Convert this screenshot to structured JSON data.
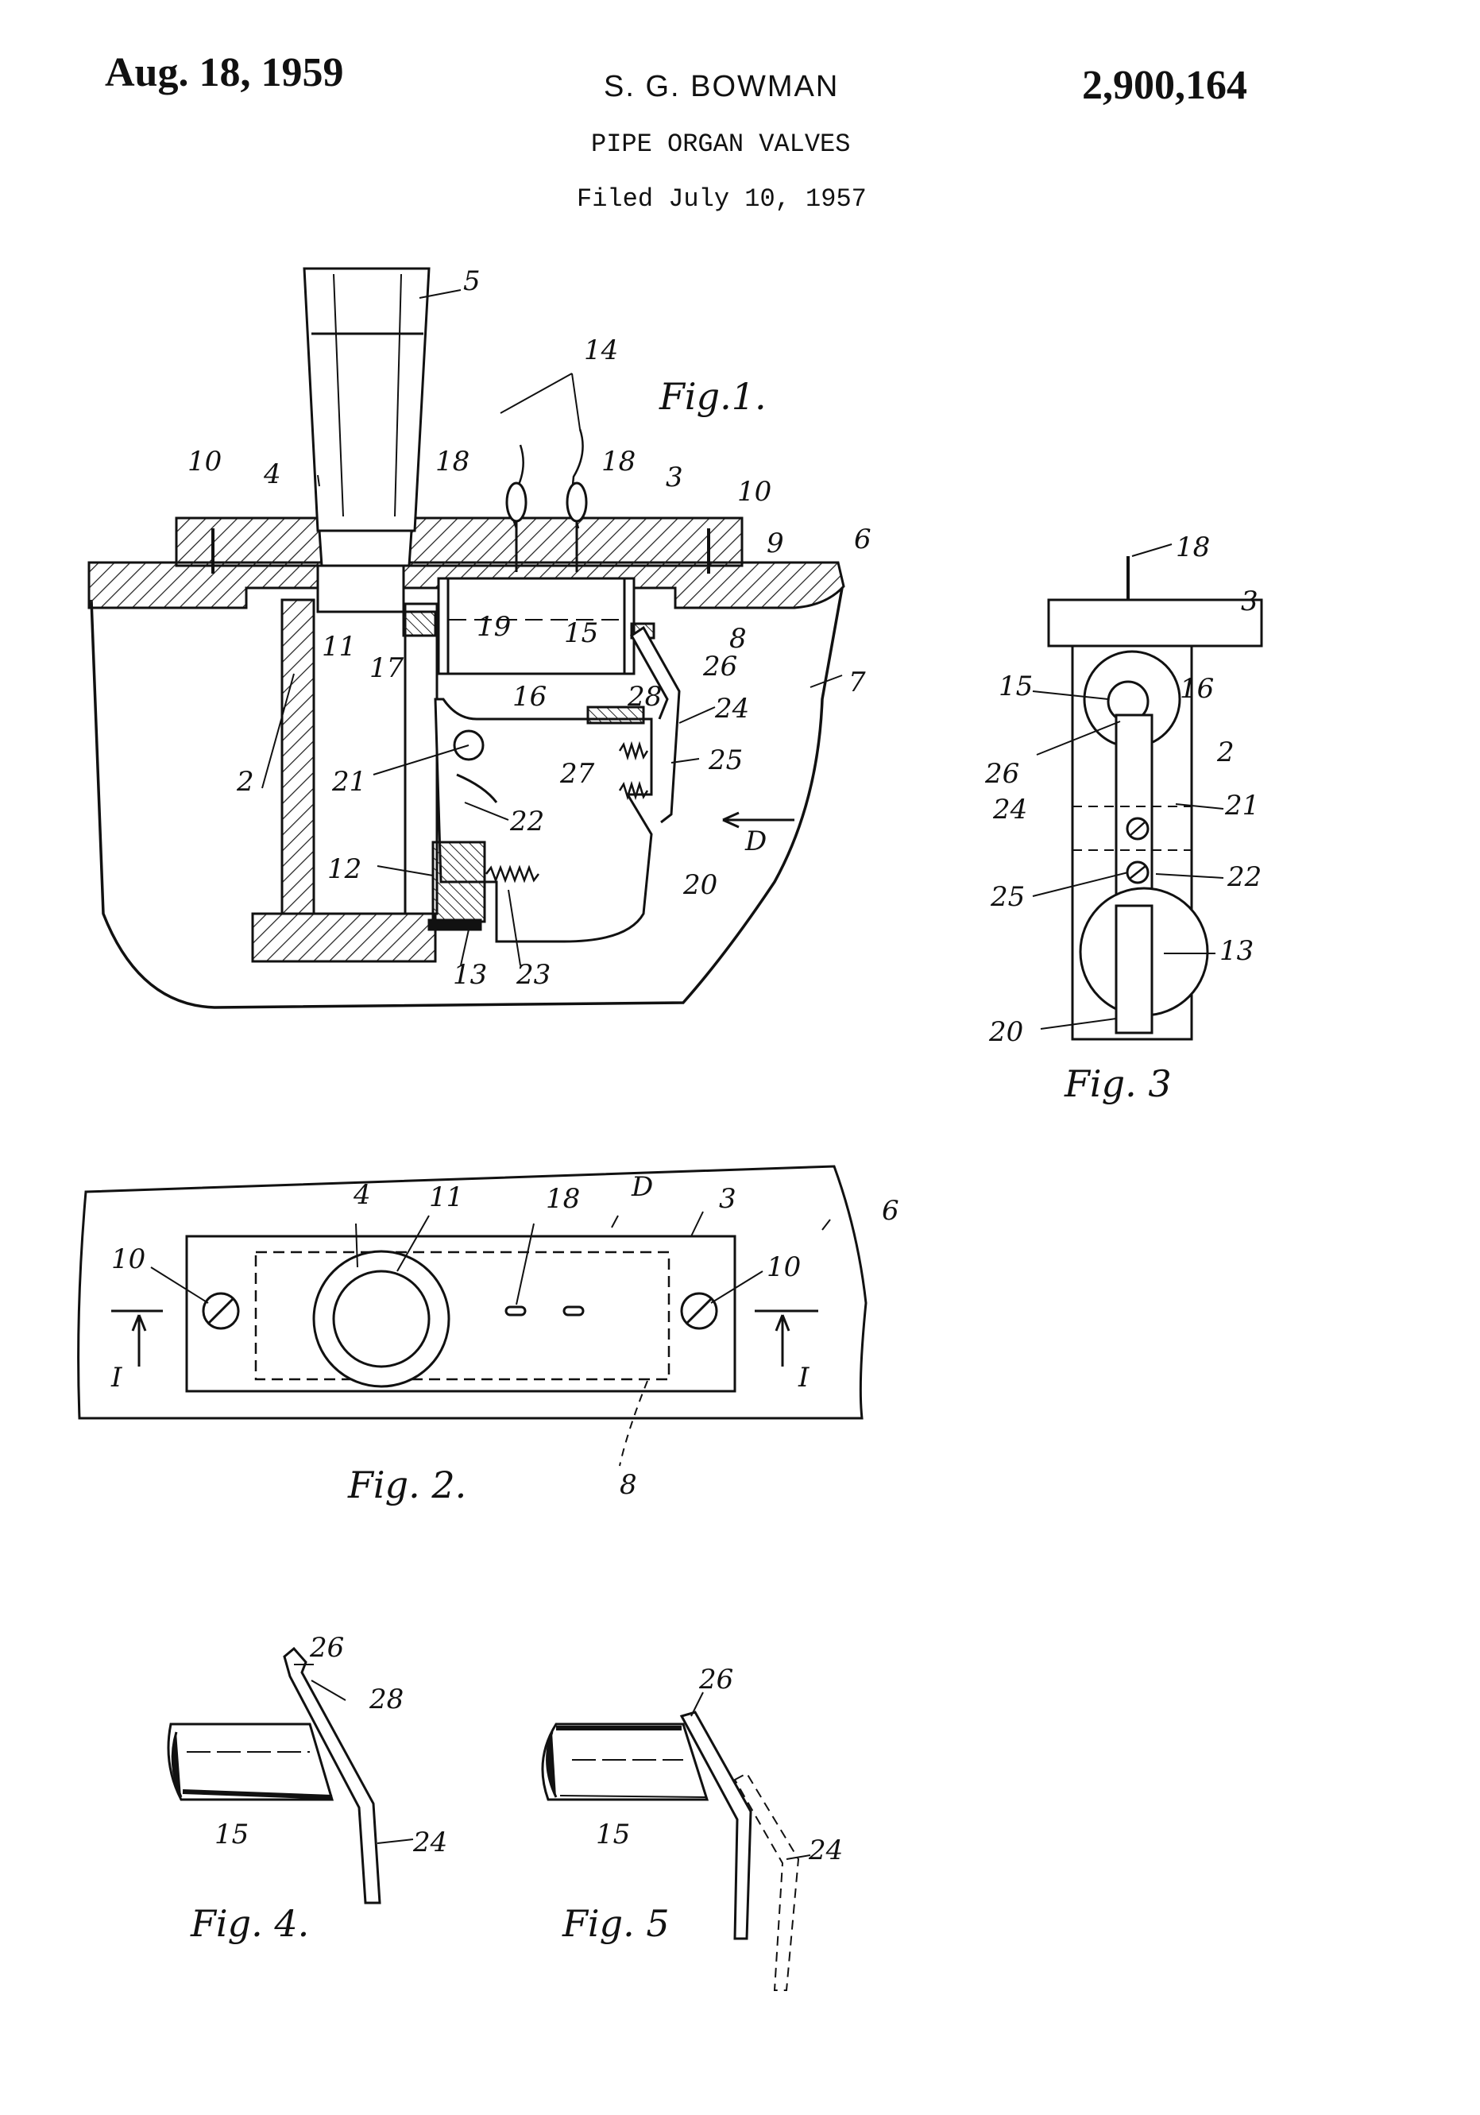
{
  "header": {
    "date": "Aug. 18, 1959",
    "inventor": "S. G. BOWMAN",
    "patent_number": "2,900,164",
    "title": "PIPE ORGAN VALVES",
    "filed": "Filed July 10, 1957"
  },
  "figures": {
    "fig1": {
      "caption": "Fig.1.",
      "labels": {
        "l5": "5",
        "l14": "14",
        "l4": "4",
        "l10a": "10",
        "l18a": "18",
        "l18b": "18",
        "l3": "3",
        "l10b": "10",
        "l9": "9",
        "l6": "6",
        "l11": "11",
        "l17": "17",
        "l19": "19",
        "l15": "15",
        "l8": "8",
        "l26": "26",
        "l16": "16",
        "l28": "28",
        "l24": "24",
        "l7": "7",
        "l2": "2",
        "l21": "21",
        "l27": "27",
        "l25": "25",
        "l22": "22",
        "lD": "D",
        "l12": "12",
        "l20": "20",
        "l13": "13",
        "l23": "23"
      }
    },
    "fig2": {
      "caption": "Fig. 2.",
      "labels": {
        "l4": "4",
        "l11": "11",
        "l18": "18",
        "lD": "D",
        "l3": "3",
        "l6": "6",
        "l10a": "10",
        "l10b": "10",
        "lIa": "I",
        "lIb": "I",
        "l8": "8"
      }
    },
    "fig3": {
      "caption": "Fig. 3",
      "labels": {
        "l18": "18",
        "l3": "3",
        "l15": "15",
        "l16": "16",
        "l26": "26",
        "l2": "2",
        "l24": "24",
        "l21": "21",
        "l25": "25",
        "l22": "22",
        "l13": "13",
        "l20": "20"
      }
    },
    "fig4": {
      "caption": "Fig. 4.",
      "labels": {
        "l26": "26",
        "l28": "28",
        "l15": "15",
        "l24": "24"
      }
    },
    "fig5": {
      "caption": "Fig. 5",
      "labels": {
        "l26": "26",
        "l15": "15",
        "l24": "24"
      }
    }
  }
}
